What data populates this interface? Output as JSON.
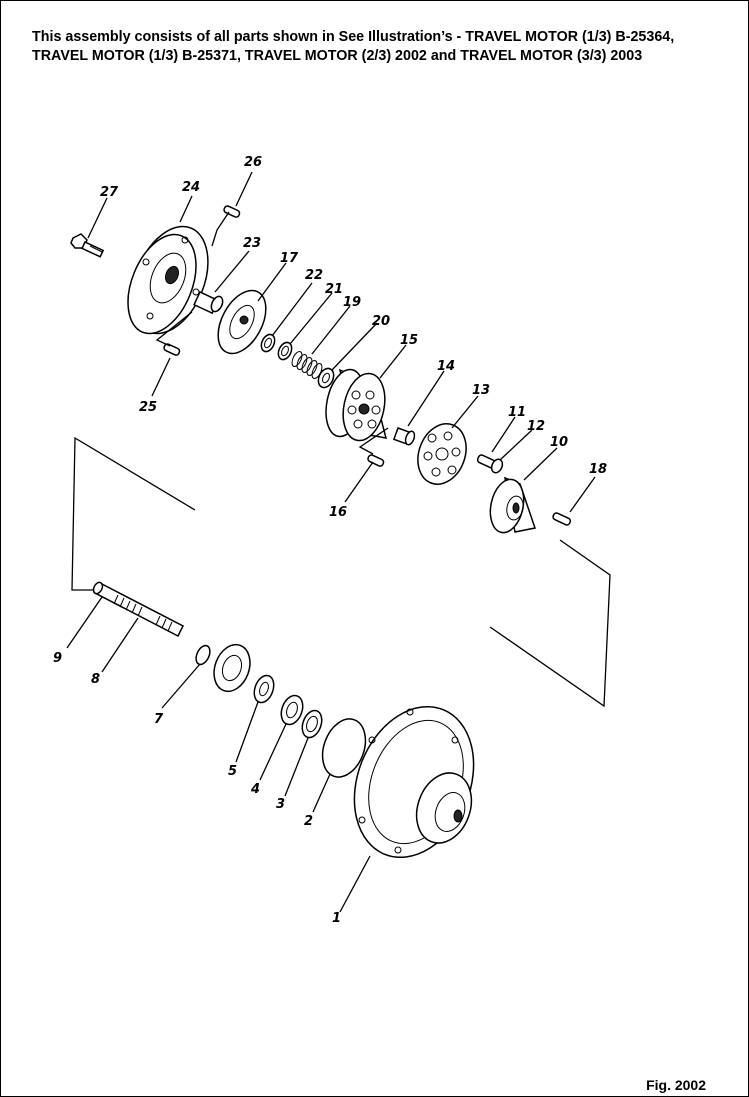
{
  "header": {
    "line1": "This assembly consists of all parts shown in See Illustration’s - TRAVEL MOTOR (1/3) B-25364,",
    "line2": "TRAVEL MOTOR (1/3) B-25371, TRAVEL MOTOR (2/3) 2002 and TRAVEL MOTOR (3/3) 2003"
  },
  "figure_label": "Fig. 2002",
  "callouts": {
    "c1": "1",
    "c2": "2",
    "c3": "3",
    "c4": "4",
    "c5": "5",
    "c7": "7",
    "c8": "8",
    "c9": "9",
    "c10": "10",
    "c11": "11",
    "c12": "12",
    "c13": "13",
    "c14": "14",
    "c15": "15",
    "c16": "16",
    "c17": "17",
    "c18": "18",
    "c19": "19",
    "c20": "20",
    "c21": "21",
    "c22": "22",
    "c23": "23",
    "c24": "24",
    "c25": "25",
    "c26": "26",
    "c27": "27"
  }
}
